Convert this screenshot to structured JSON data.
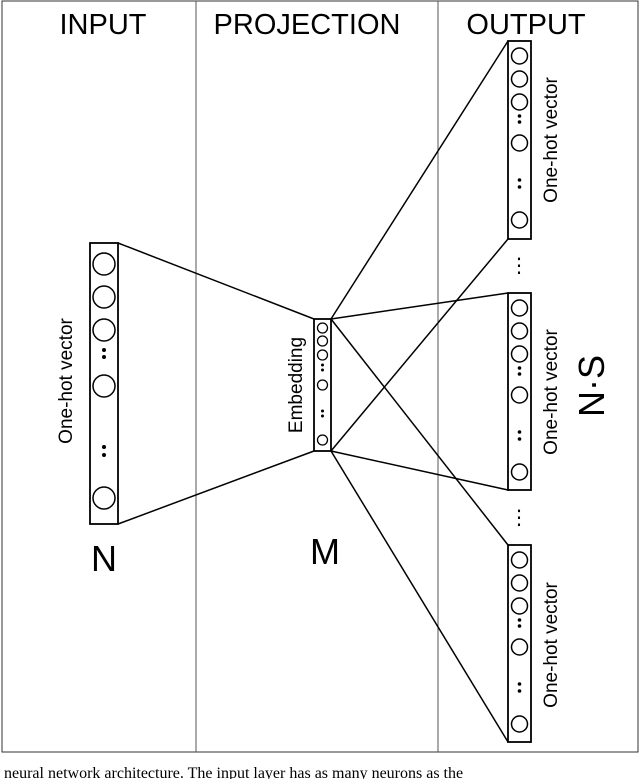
{
  "columns": {
    "input": "INPUT",
    "projection": "PROJECTION",
    "output": "OUTPUT"
  },
  "input_layer": {
    "label": "One-hot vector",
    "size_symbol": "N"
  },
  "projection_layer": {
    "label": "Embedding",
    "size_symbol": "M"
  },
  "output_layers": {
    "vector_labels": [
      "One-hot vector",
      "One-hot vector",
      "One-hot vector"
    ],
    "size_symbol": "N·S",
    "gap_marker": "⋮"
  },
  "caption": "neural network architecture. The input layer has as many neurons as the"
}
